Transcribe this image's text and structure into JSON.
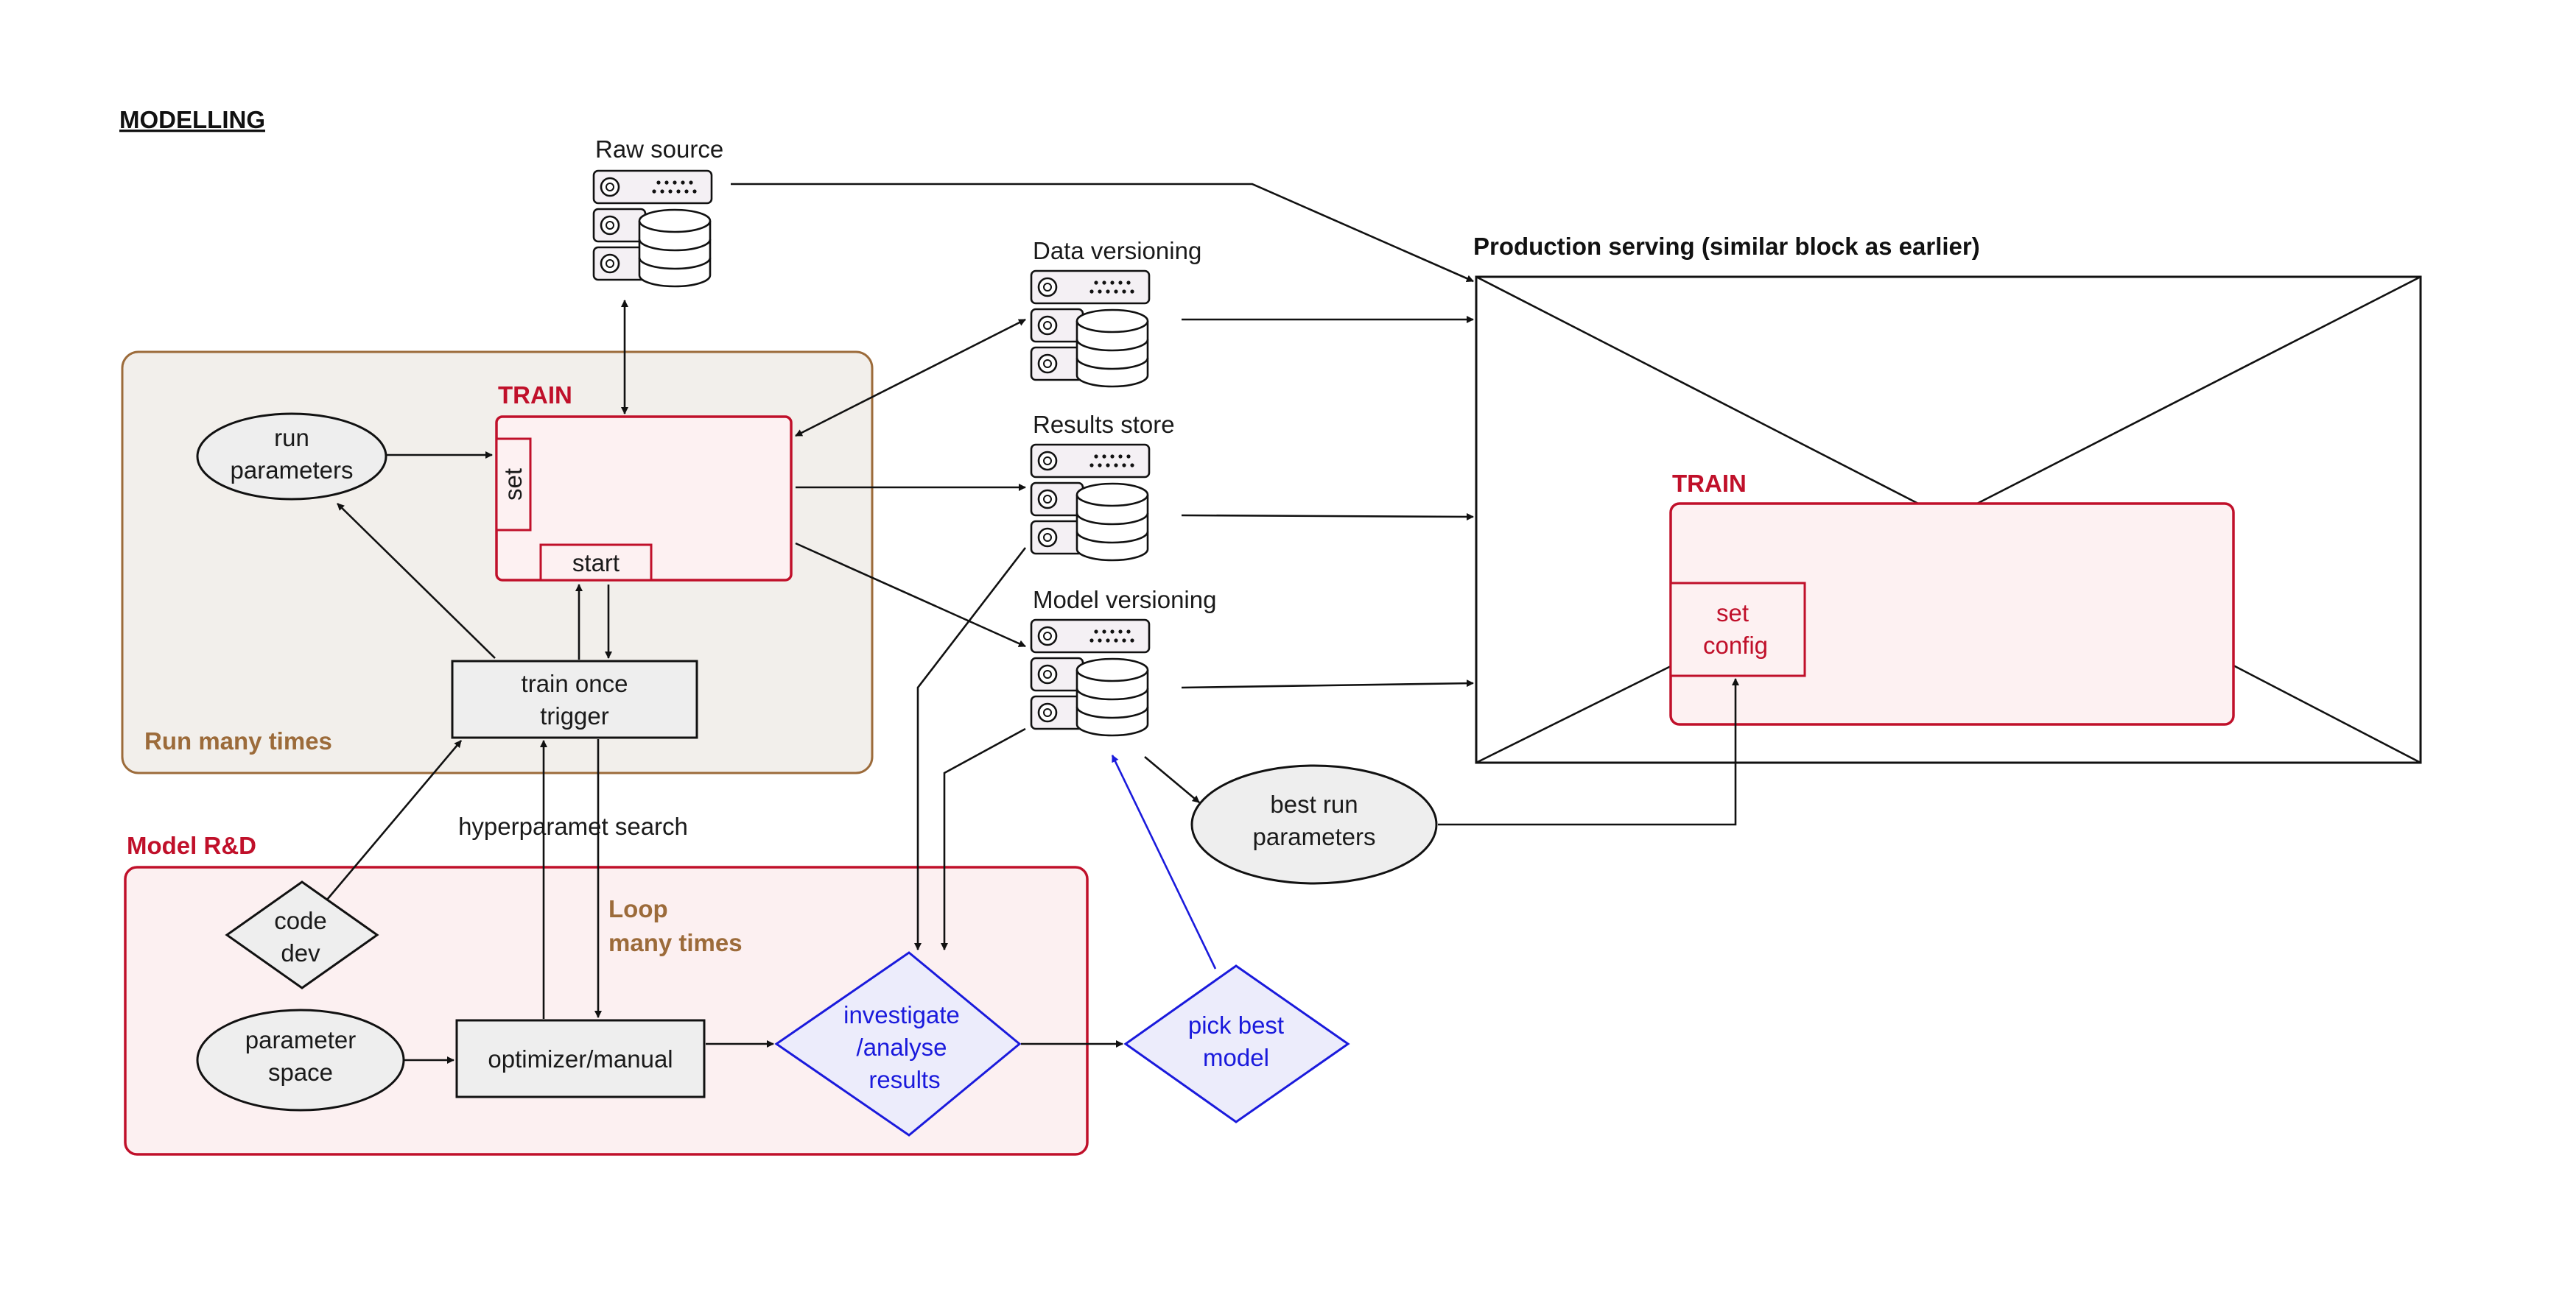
{
  "page": {
    "title": "MODELLING"
  },
  "stores": {
    "raw_source": "Raw source",
    "data_versioning": "Data versioning",
    "results_store": "Results store",
    "model_versioning": "Model versioning"
  },
  "run_many": {
    "label": "Run many times",
    "train_title": "TRAIN",
    "set_label": "set",
    "start_label": "start",
    "run_parameters": [
      "run",
      "parameters"
    ],
    "trigger": [
      "train once",
      "trigger"
    ]
  },
  "model_rd": {
    "title": "Model R&D",
    "hyper_search": "hyperparamet search",
    "loop_label": [
      "Loop",
      "many times"
    ],
    "code_dev": [
      "code",
      "dev"
    ],
    "parameter_space": [
      "parameter",
      "space"
    ],
    "optimizer": "optimizer/manual",
    "investigate": [
      "investigate",
      "/analyse",
      "results"
    ],
    "pick_best": [
      "pick best",
      "model"
    ]
  },
  "production": {
    "title": "Production serving (similar block as earlier)",
    "train_title": "TRAIN",
    "set_config": [
      "set",
      "config"
    ],
    "best_run": [
      "best run",
      "parameters"
    ]
  },
  "colors": {
    "run_many_border": "#9c6b3a",
    "run_many_fill": "#f2efeb",
    "train_red": "#c0102a",
    "train_fill": "#fdf1f2",
    "rd_fill": "#fcf0f1",
    "loop_text": "#9c6b3a",
    "blue": "#1a1adc",
    "blue_fill": "#ececfb",
    "gray_fill": "#eeeeee"
  }
}
